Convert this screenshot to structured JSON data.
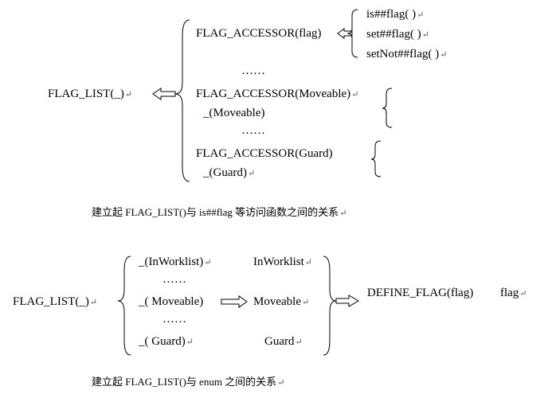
{
  "top": {
    "root": "FLAG_LIST(_)",
    "acc_flag": "FLAG_ACCESSOR(flag)",
    "funcs": [
      "is##flag( )",
      "set##flag( )",
      "setNot##flag( )"
    ],
    "ellipsis": "……",
    "acc_moveable": "FLAG_ACCESSOR(Moveable)",
    "moveable_arg": "_(Moveable)",
    "acc_guard": "FLAG_ACCESSOR(Guard)",
    "guard_arg": "_(Guard)",
    "caption": "建立起 FLAG_LIST()与 is##flag 等访问函数之间的关系"
  },
  "bottom": {
    "root": "FLAG_LIST(_)",
    "left_items": [
      "_(InWorklist)",
      "_( Moveable)",
      "_( Guard)"
    ],
    "right_items": [
      "InWorklist",
      "Moveable",
      "Guard"
    ],
    "ellipsis": "……",
    "define": "DEFINE_FLAG(flag)",
    "flag": "flag",
    "caption": "建立起 FLAG_LIST()与 enum 之间的关系"
  },
  "paragraph_mark": "↵",
  "colors": {
    "ink": "#000000",
    "mark": "#555555"
  }
}
